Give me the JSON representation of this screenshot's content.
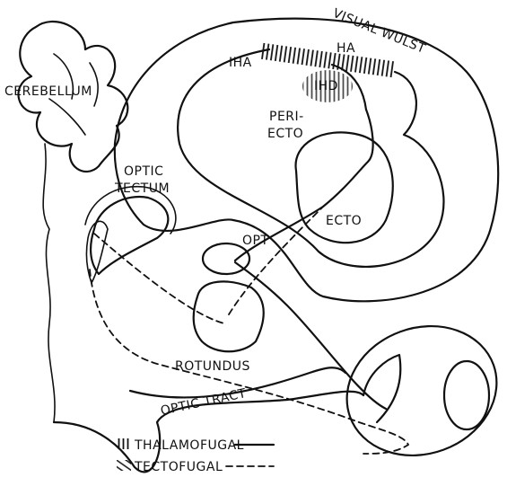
{
  "labels": {
    "visual_wulst": "VISUAL WULST",
    "iha": "IHA",
    "ha": "HA",
    "ihd": "IHD",
    "cerebellum": "CEREBELLUM",
    "peri": "PERI-",
    "ecto_line2": "ECTO",
    "optic": "OPTIC",
    "tectum": "TECTUM",
    "ecto": "ECTO",
    "opt": "OPT",
    "rotundus": "ROTUNDUS",
    "optic_tract": "OPTIC TRACT"
  },
  "legend": {
    "thalamofugal": "THALAMOFUGAL",
    "tectofugal": "TECTOFUGAL"
  }
}
